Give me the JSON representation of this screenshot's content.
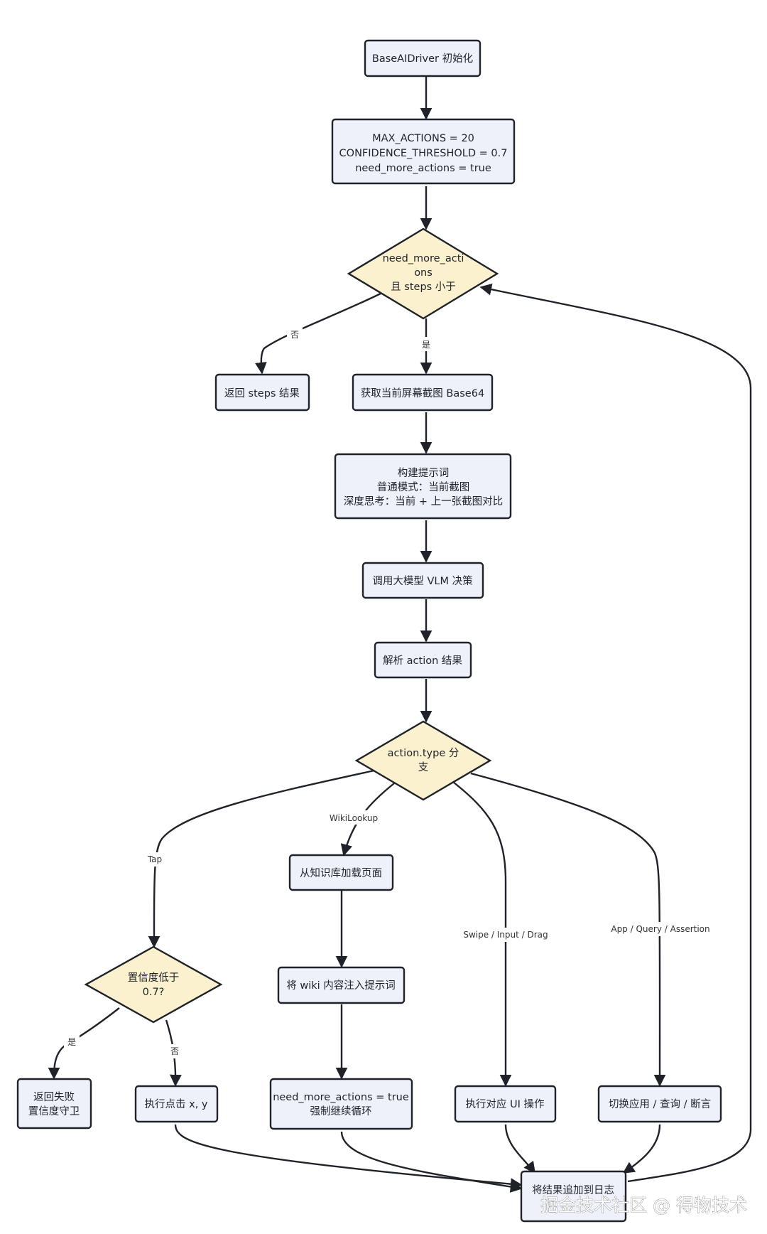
{
  "nodes": {
    "init": [
      "BaseAIDriver 初始化"
    ],
    "constants": [
      "MAX_ACTIONS = 20",
      "CONFIDENCE_THRESHOLD = 0.7",
      "need_more_actions = true"
    ],
    "loop_check": [
      "need_more_acti",
      "ons",
      "且 steps 小于"
    ],
    "return_steps": [
      "返回 steps 结果"
    ],
    "screenshot": [
      "获取当前屏幕截图 Base64"
    ],
    "build_prompt": [
      "构建提示词",
      "普通模式：当前截图",
      "深度思考：当前 + 上一张截图对比"
    ],
    "call_vlm": [
      "调用大模型 VLM 决策"
    ],
    "parse_action": [
      "解析 action 结果"
    ],
    "action_branch": [
      "action.type 分",
      "支"
    ],
    "wiki_load": [
      "从知识库加载页面"
    ],
    "wiki_inject": [
      "将 wiki 内容注入提示词"
    ],
    "force_continue": [
      "need_more_actions = true",
      "强制继续循环"
    ],
    "confidence_check": [
      "置信度低于",
      "0.7?"
    ],
    "return_fail": [
      "返回失败",
      "置信度守卫"
    ],
    "tap_exec": [
      "执行点击 x, y"
    ],
    "ui_exec": [
      "执行对应 UI 操作"
    ],
    "app_exec": [
      "切换应用 / 查询 / 断言"
    ],
    "append_log": [
      "将结果追加到日志"
    ]
  },
  "edge_labels": {
    "no_1": "否",
    "yes_1": "是",
    "tap": "Tap",
    "wiki": "WikiLookup",
    "swipe": "Swipe / Input / Drag",
    "app": "App / Query / Assertion",
    "yes_2": "是",
    "no_2": "否"
  },
  "colors": {
    "process_fill": "#eef1f9",
    "decision_fill": "#fbf1cf",
    "stroke": "#1f2329"
  },
  "watermark": "掘金技术社区 @ 得物技术"
}
